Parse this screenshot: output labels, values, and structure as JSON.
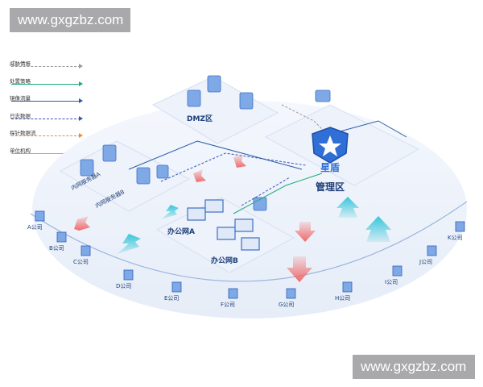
{
  "watermark": {
    "top": "www.gxgzbz.com",
    "bottom": "www.gxgzbz.com"
  },
  "legend": [
    {
      "label": "威胁情报",
      "color": "#9a9a9a",
      "style": "dashed"
    },
    {
      "label": "处置策略",
      "color": "#1faa7a",
      "style": "solid"
    },
    {
      "label": "镜像流量",
      "color": "#2a5ea8",
      "style": "solid"
    },
    {
      "label": "日志数据",
      "color": "#3b55b0",
      "style": "dashed"
    },
    {
      "label": "探针数据流",
      "color": "#f08a3c",
      "style": "dashed"
    },
    {
      "label": "单位机构",
      "color": "#3fd0e0",
      "style": "solid"
    }
  ],
  "zones": {
    "dmz": "DMZ区",
    "management": "管理区",
    "brand": "星盾",
    "internal_a": "内网服务器A",
    "internal_b": "内网服务器B",
    "office_a": "办公网A",
    "office_b": "办公网B"
  },
  "companies": [
    "A公司",
    "B公司",
    "C公司",
    "D公司",
    "E公司",
    "F公司",
    "G公司",
    "H公司",
    "I公司",
    "J公司",
    "K公司"
  ],
  "colors": {
    "accent": "#2f6fd6",
    "zone": "#eef3fb",
    "red_arrow": "#f06a6a",
    "cyan_arrow": "#38c6d9"
  }
}
